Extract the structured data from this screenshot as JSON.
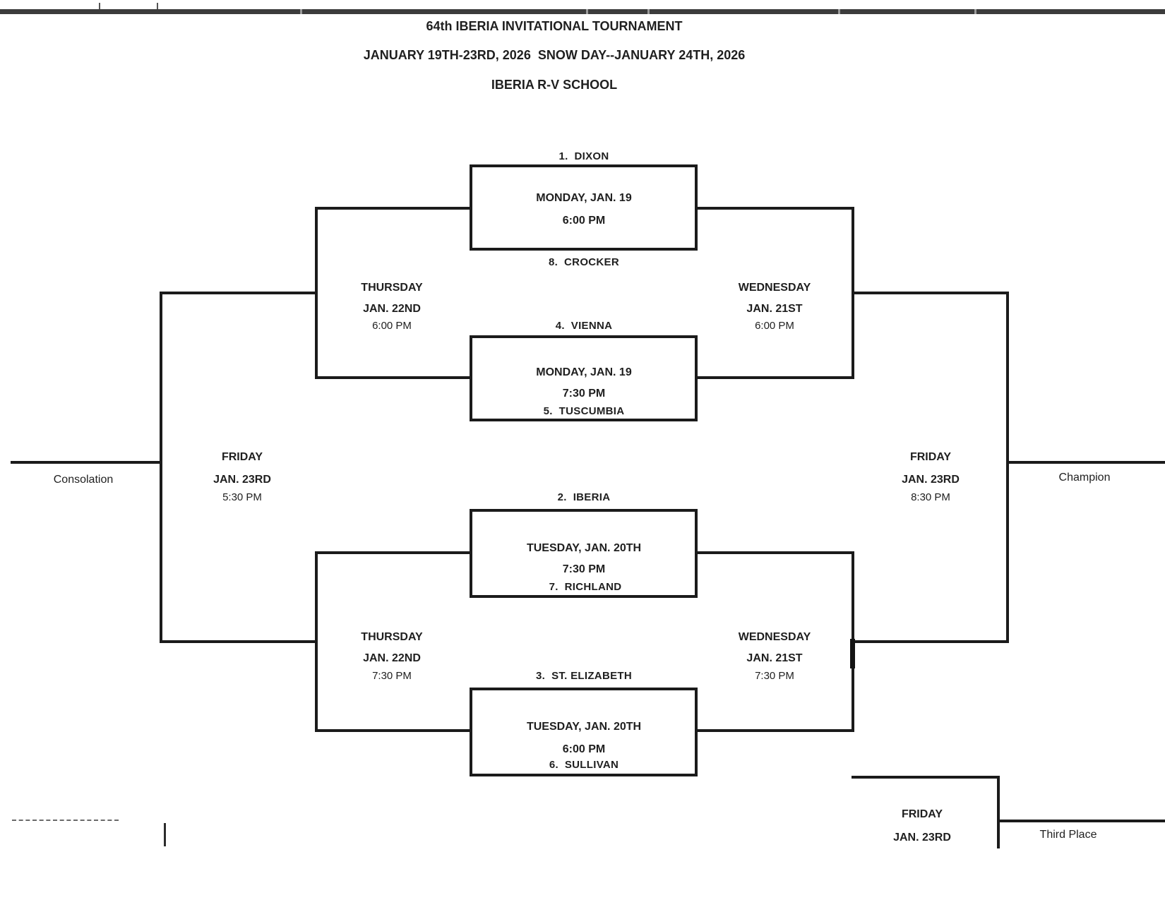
{
  "title": {
    "line1": "64th IBERIA INVITATIONAL TOURNAMENT",
    "line2": "JANUARY 19TH-23RD, 2026  SNOW DAY--JANUARY 24TH, 2026",
    "line3": "IBERIA R-V SCHOOL"
  },
  "games": [
    {
      "top_team": "1.  DIXON",
      "date": "MONDAY, JAN. 19",
      "time": "6:00 PM",
      "bottom_team": "8.  CROCKER"
    },
    {
      "top_team": "4.  VIENNA",
      "date": "MONDAY, JAN. 19",
      "time": "7:30 PM",
      "bottom_team": "5.  TUSCUMBIA"
    },
    {
      "top_team": "2.  IBERIA",
      "date": "TUESDAY, JAN. 20TH",
      "time": "7:30 PM",
      "bottom_team": "7.  RICHLAND"
    },
    {
      "top_team": "3.  ST. ELIZABETH",
      "date": "TUESDAY, JAN. 20TH",
      "time": "6:00 PM",
      "bottom_team": "6.  SULLIVAN"
    }
  ],
  "semifinals": [
    {
      "day": "THURSDAY",
      "date": "JAN. 22ND",
      "time": "6:00 PM"
    },
    {
      "day": "WEDNESDAY",
      "date": "JAN. 21ST",
      "time": "6:00 PM"
    },
    {
      "day": "THURSDAY",
      "date": "JAN. 22ND",
      "time": "7:30 PM"
    },
    {
      "day": "WEDNESDAY",
      "date": "JAN. 21ST",
      "time": "7:30 PM"
    }
  ],
  "finals": {
    "consolation": {
      "day": "FRIDAY",
      "date": "JAN. 23RD",
      "time": "5:30 PM",
      "label": "Consolation"
    },
    "championship": {
      "day": "FRIDAY",
      "date": "JAN. 23RD",
      "time": "8:30 PM",
      "label": "Champion"
    },
    "third_place": {
      "day": "FRIDAY",
      "date": "JAN. 23RD",
      "label": "Third Place"
    }
  },
  "colors": {
    "line": "#1b1b1b",
    "text": "#1f1f1f",
    "page_edge_bar": "#3c3c3c",
    "background": "#ffffff"
  }
}
